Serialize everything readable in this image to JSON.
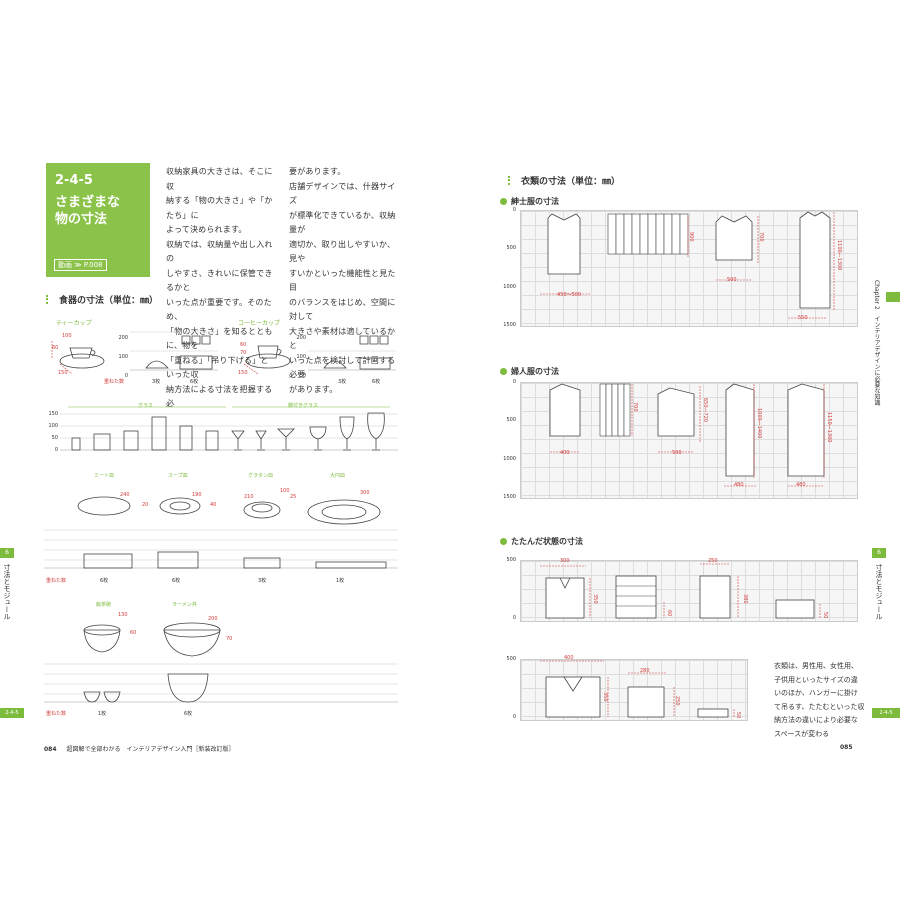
{
  "left_page": {
    "section_box": {
      "number": "2-4-5",
      "title_line1": "さまざまな",
      "title_line2": "物の寸法",
      "video_label": "動画 ≫ P.008"
    },
    "col1": [
      "収納家具の大きさは、そこに収",
      "納する「物の大きさ」や「かたち」に",
      "よって決められます。",
      "収納では、収納量や出し入れの",
      "しやすさ、きれいに保管できるかと",
      "いった点が重要です。そのため、",
      "「物の大きさ」を知るとともに、物を",
      "「重ねる」「吊り下げる」といった収",
      "納方法による寸法を把握する必"
    ],
    "col2": [
      "要があります。",
      "店舗デザインでは、什器サイズ",
      "が標準化できているか、収納量が",
      "適切か、取り出しやすいか、見や",
      "すいかといった機能性と見た目",
      "のバランスをはじめ、空間に対して",
      "大きさや素材は適しているかと",
      "いった点を検討して計画する必要",
      "があります。"
    ],
    "tableware_title": "食器の寸法（単位：㎜）",
    "teacup_label": "ティーカップ",
    "coffeecup_label": "コーヒーカップ",
    "cup_dims": {
      "a": "100",
      "b": "60",
      "c": "150"
    },
    "coffee_dims": {
      "a": "60",
      "b": "70",
      "c": "150"
    },
    "axis_ticks": [
      "200",
      "100",
      "0"
    ],
    "axis_ticks2": [
      "150",
      "100",
      "50",
      "0"
    ],
    "stack_label": "重ねた数",
    "count3": "3枚",
    "count6": "6枚",
    "count1": "1枚",
    "glass_label": "グラス",
    "stem_glass_label": "脚付きグラス",
    "meat_plate": "ミート皿",
    "soup_plate": "スープ皿",
    "gratin_plate": "グラタン皿",
    "large_plate": "大円皿",
    "meat_dims": [
      "240",
      "20"
    ],
    "soup_dims": [
      "190",
      "40"
    ],
    "gratin_dims": [
      "210",
      "100",
      "25"
    ],
    "large_dims": [
      "300"
    ],
    "bowl_label": "飯茶碗",
    "ramen_label": "ラーメン丼",
    "bowl_dims": [
      "130",
      "60"
    ],
    "ramen_dims": [
      "200",
      "70"
    ],
    "folio": "084",
    "book_title": "超図解で全部わかる　インテリアデザイン入門［新装改訂版］",
    "side_tab": "寸法とモジュール",
    "side_num": "6",
    "side_sec": "2-4-5"
  },
  "right_page": {
    "clothes_title": "衣類の寸法（単位：㎜）",
    "mens_title": "紳士服の寸法",
    "womens_title": "婦人服の寸法",
    "folded_title": "たたんだ状態の寸法",
    "y_ticks": [
      "0",
      "500",
      "1000",
      "1500"
    ],
    "y_ticks_folded": [
      "500",
      "0"
    ],
    "mens_dims": [
      "450〜500",
      "900",
      "700",
      "500",
      "1100〜1300",
      "550"
    ],
    "womens_dims": [
      "700",
      "650〜720",
      "1000〜1400",
      "1150〜1300",
      "400",
      "500",
      "480",
      "480"
    ],
    "folded_dims": [
      "300",
      "350",
      "60",
      "250",
      "380",
      "50",
      "400",
      "280",
      "350",
      "250",
      "50"
    ],
    "note": [
      "衣類は、男性用、女性用、",
      "子供用といったサイズの違",
      "いのほか、ハンガーに掛け",
      "て吊るす、たたむといった収",
      "納方法の違いにより必要な",
      "スペースが変わる"
    ],
    "folio": "085",
    "chapter_tab": "Chapter 2　インテリアデザインに必要な知識",
    "side_tab": "寸法とモジュール",
    "side_num": "6",
    "side_sec": "2-4-5"
  }
}
